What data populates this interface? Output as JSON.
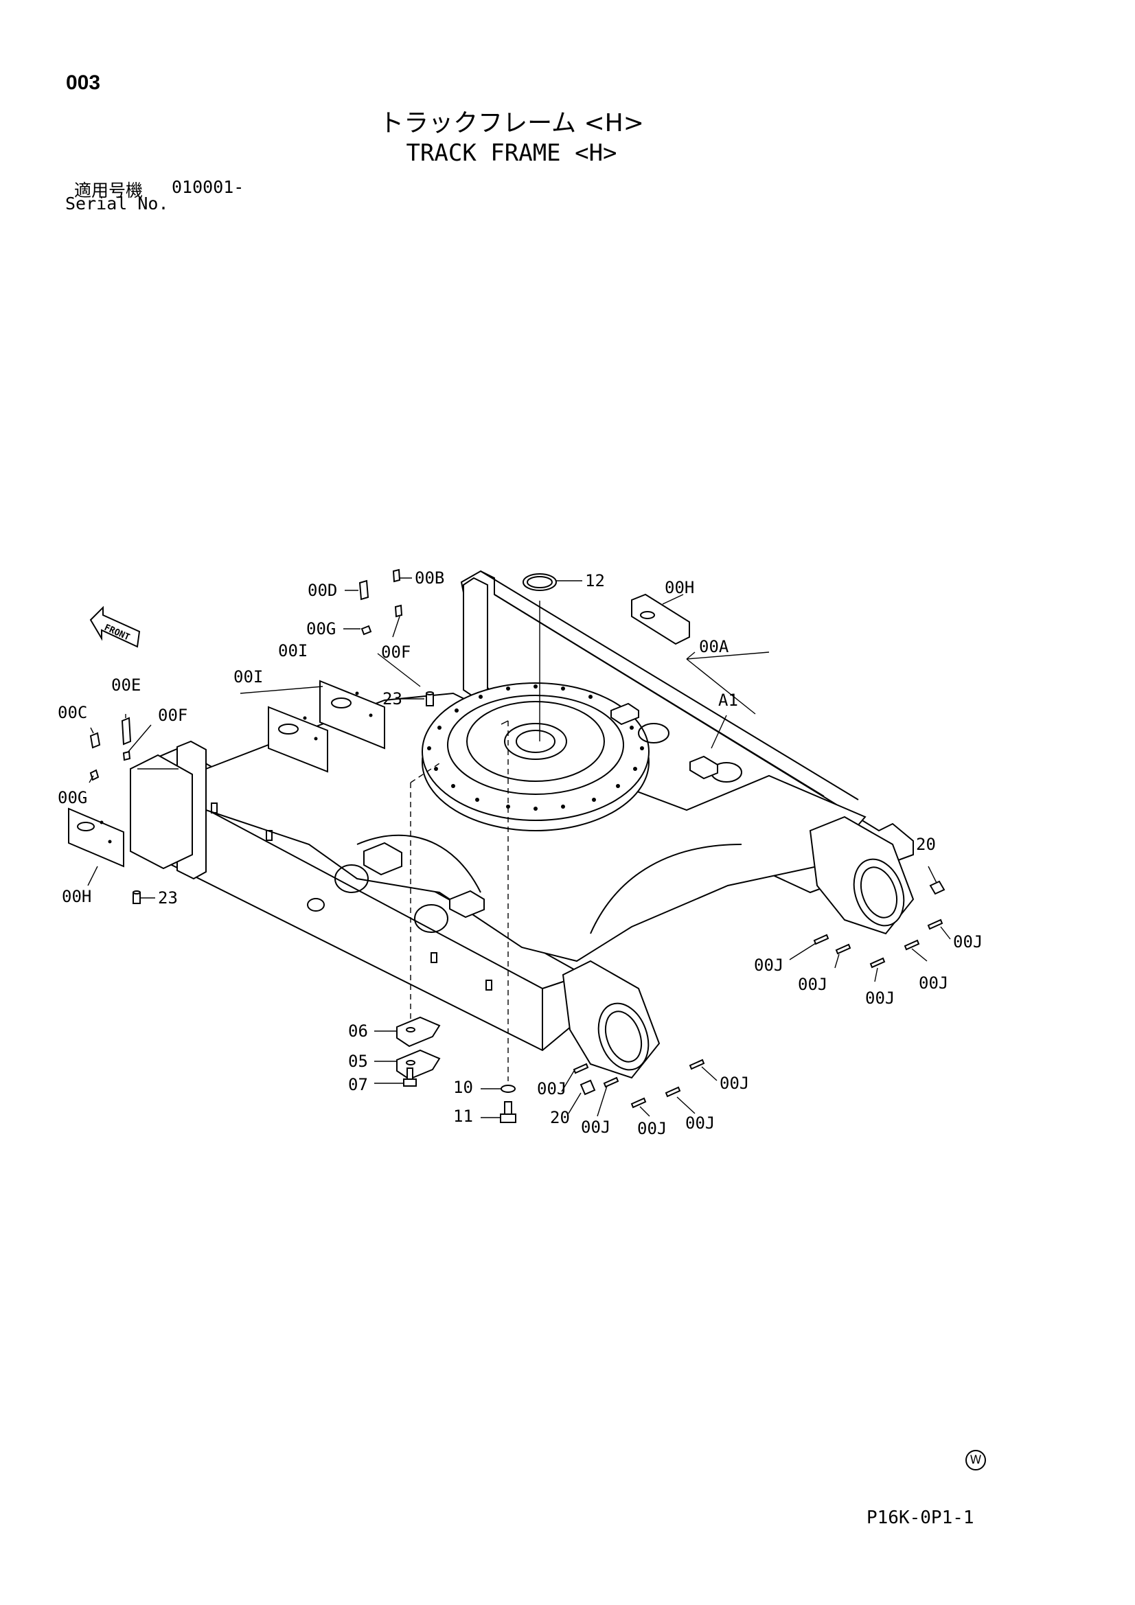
{
  "page_number": "003",
  "title_jp": "トラックフレーム <H>",
  "title_en": "TRACK FRAME <H>",
  "serial_label_jp": "適用号機",
  "serial_value": "010001-",
  "serial_label_en": "Serial No.",
  "watermark_symbol": "W",
  "page_reference": "P16K-0P1-1",
  "front_arrow_label": "FRONT",
  "callouts": {
    "c00D": "00D",
    "c00B": "00B",
    "c12": "12",
    "c00H_top": "00H",
    "c00G_top": "00G",
    "c00I_a": "00I",
    "c00F_top": "00F",
    "c00A": "00A",
    "c00I_b": "00I",
    "c23_top": "23",
    "c00E": "00E",
    "cA1": "A1",
    "c00C": "00C",
    "c00F_left": "00F",
    "c00G_left": "00G",
    "c00H_left": "00H",
    "c23_left": "23",
    "c20_right": "20",
    "c00J_r1": "00J",
    "c00J_r2": "00J",
    "c00J_r3": "00J",
    "c00J_r4": "00J",
    "c00J_r5": "00J",
    "c06": "06",
    "c05": "05",
    "c07": "07",
    "c10": "10",
    "c11": "11",
    "c00J_b1": "00J",
    "c20_bottom": "20",
    "c00J_b2": "00J",
    "c00J_b3": "00J",
    "c00J_b4": "00J",
    "c00J_b5": "00J"
  }
}
